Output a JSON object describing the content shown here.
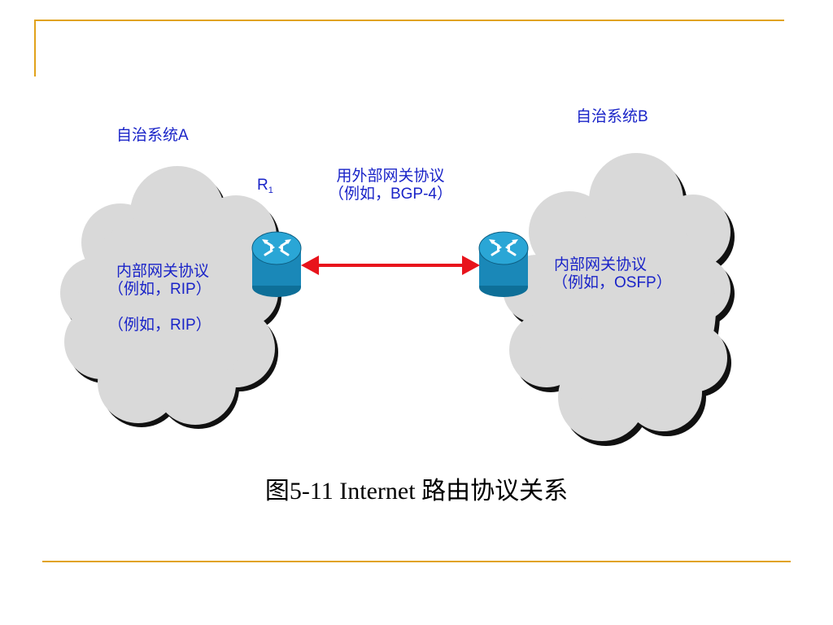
{
  "slide": {
    "accent_color": "#E1A21B",
    "text_color": "#1a24c8",
    "cloud_fill": "#d9d9d9",
    "router_color": "#1a88b8",
    "link_color": "#e8141c"
  },
  "diagram": {
    "as_a_title": "自治系统A",
    "as_b_title": "自治系统B",
    "router_label": "R",
    "router_label_sub": "1",
    "link_label_line1": "用外部网关协议",
    "link_label_line2": "（例如，BGP-4）",
    "as_a_protocol_line1": "内部网关协议",
    "as_a_protocol_line2": "（例如，RIP）",
    "as_a_protocol_line3": "（例如，RIP）",
    "as_b_protocol_line1": "内部网关协议",
    "as_b_protocol_line2": "（例如，OSFP）",
    "caption": "图5-11 Internet 路由协议关系"
  }
}
